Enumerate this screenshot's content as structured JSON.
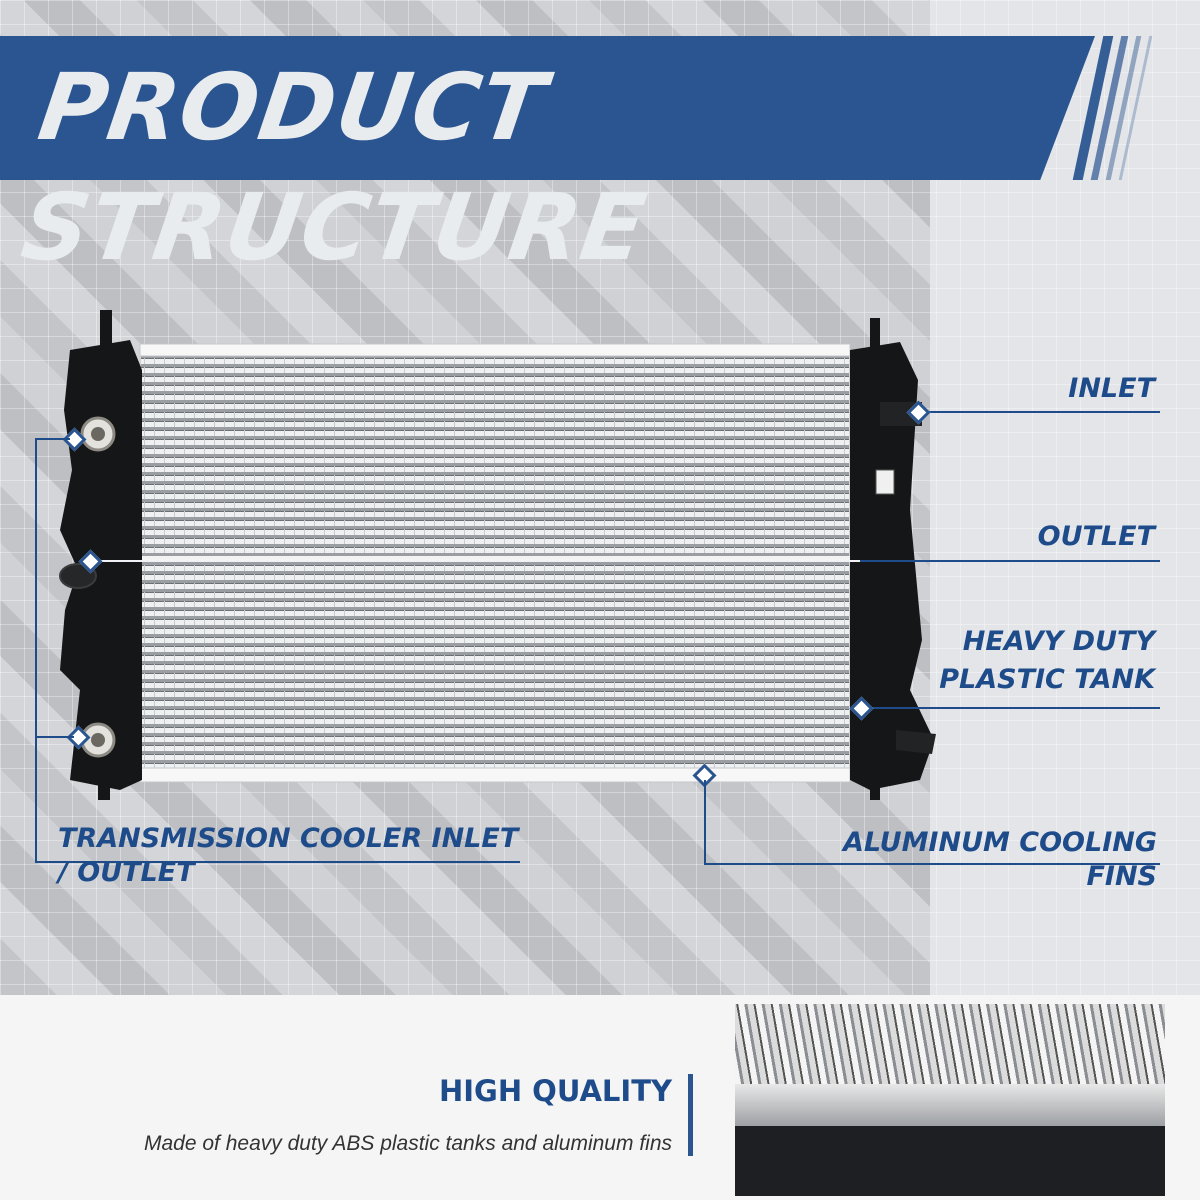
{
  "banner": {
    "title": "PRODUCT STRUCTURE"
  },
  "callouts": {
    "inlet": "INLET",
    "outlet": "OUTLET",
    "tank_line1": "HEAVY DUTY",
    "tank_line2": "PLASTIC TANK",
    "fins": "ALUMINUM COOLING FINS",
    "transmission": "TRANSMISSION COOLER INLET / OUTLET"
  },
  "quality": {
    "title": "HIGH QUALITY",
    "description": "Made of heavy duty ABS plastic tanks and aluminum fins"
  },
  "colors": {
    "brand_blue": "#2b5591",
    "text_blue": "#1e4b8a",
    "banner_text": "#e9ecef"
  }
}
